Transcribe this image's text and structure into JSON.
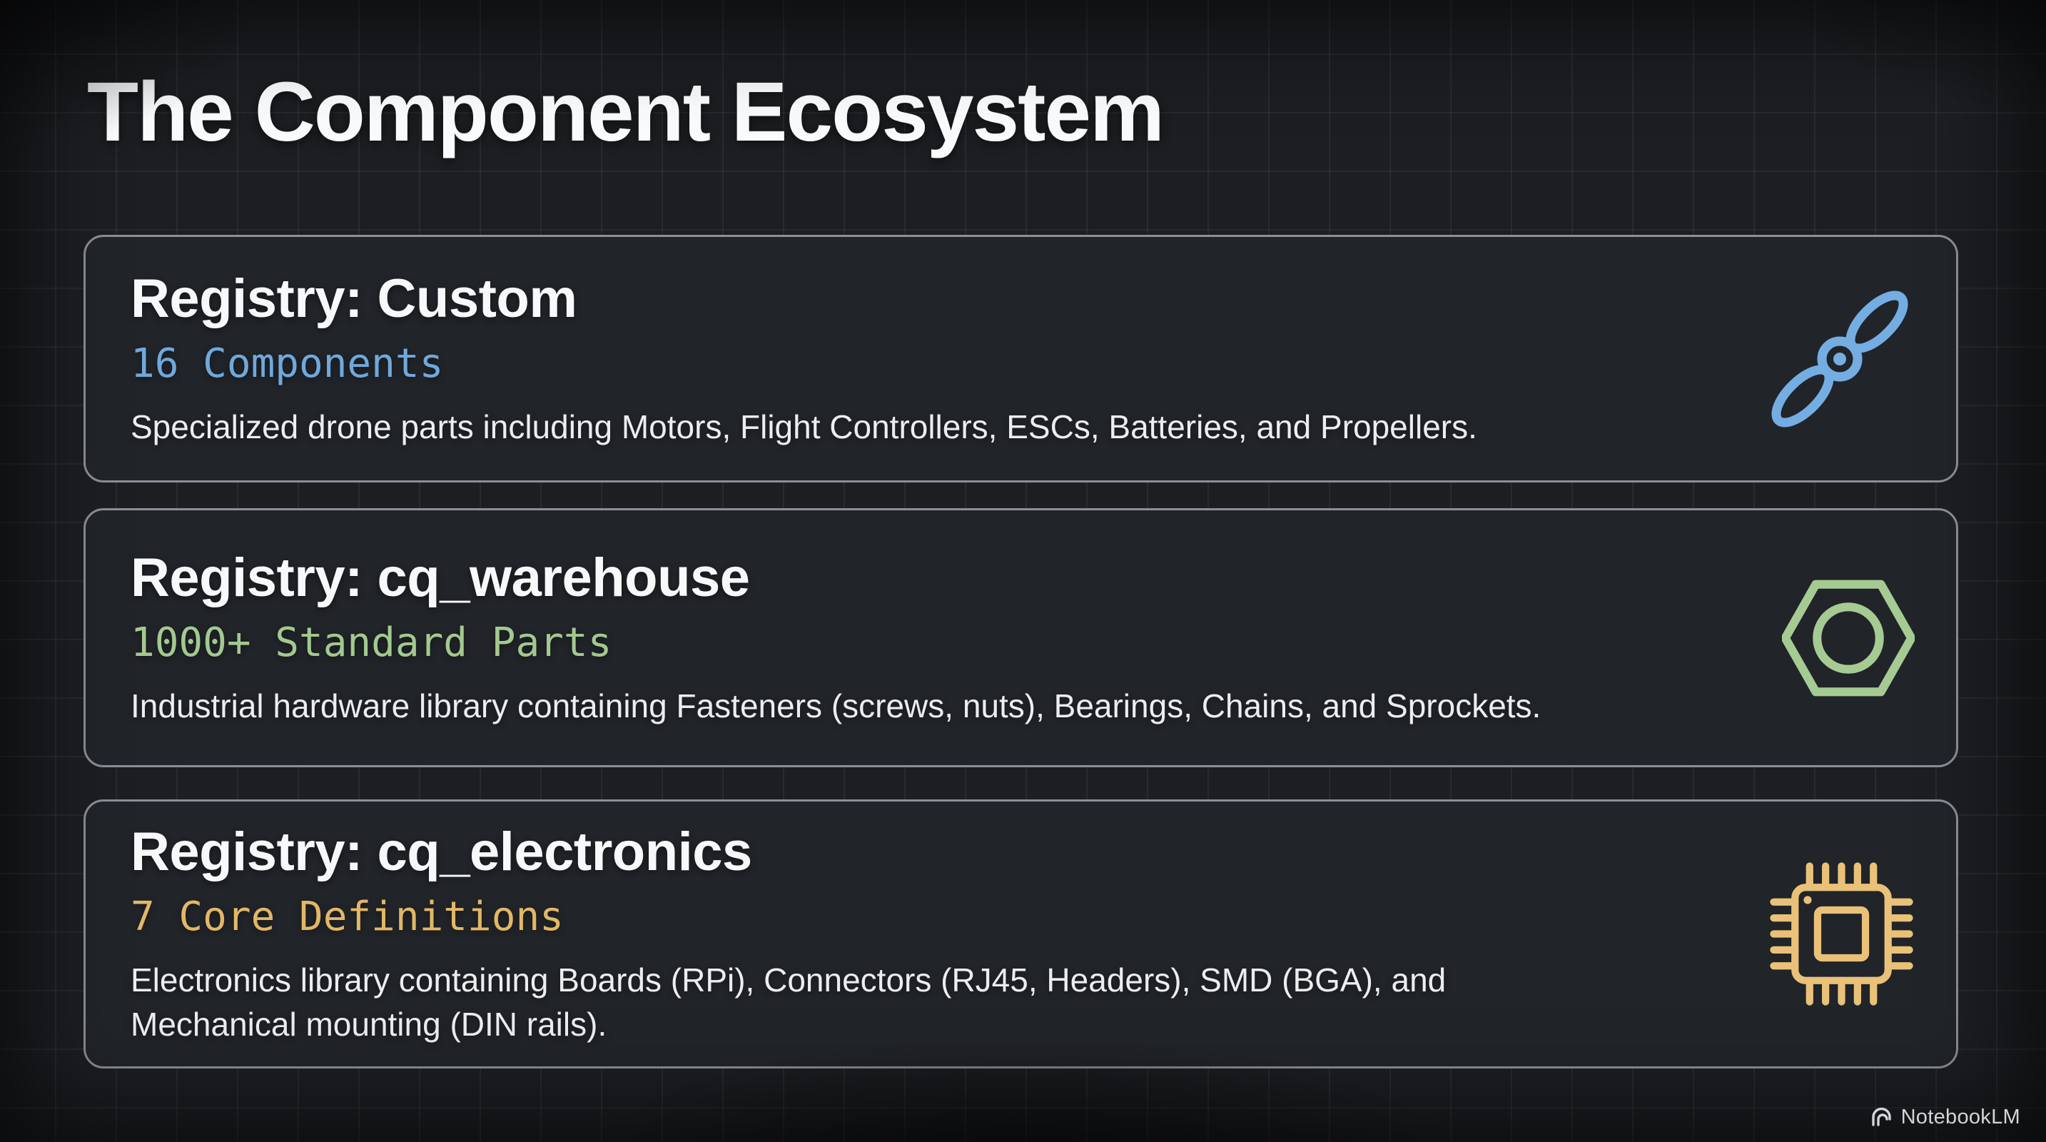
{
  "page": {
    "title": "The Component Ecosystem",
    "watermark": "NotebookLM"
  },
  "colors": {
    "background": "#1C1E22",
    "card_background": "#212429",
    "card_border": "#8A9097",
    "blue_accent": "#6FA9DC",
    "green_accent": "#A3C98F",
    "orange_accent": "#E2B765"
  },
  "cards": [
    {
      "heading": "Registry: Custom",
      "stat": "16 Components",
      "stat_color": "#6FA9DC",
      "description": "Specialized drone parts including Motors, Flight Controllers, ESCs, Batteries, and Propellers.",
      "icon": "propeller-icon",
      "icon_color": "#74ADE2"
    },
    {
      "heading": "Registry: cq_warehouse",
      "stat": "1000+ Standard Parts",
      "stat_color": "#A3C98F",
      "description": "Industrial hardware library containing Fasteners (screws, nuts), Bearings, Chains, and Sprockets.",
      "icon": "hex-nut-icon",
      "icon_color": "#A5CB93"
    },
    {
      "heading": "Registry: cq_electronics",
      "stat": "7 Core Definitions",
      "stat_color": "#E2B765",
      "description": "Electronics library containing Boards (RPi), Connectors (RJ45, Headers), SMD (BGA), and\nMechanical mounting (DIN rails).",
      "icon": "chip-icon",
      "icon_color": "#E9C178"
    }
  ]
}
